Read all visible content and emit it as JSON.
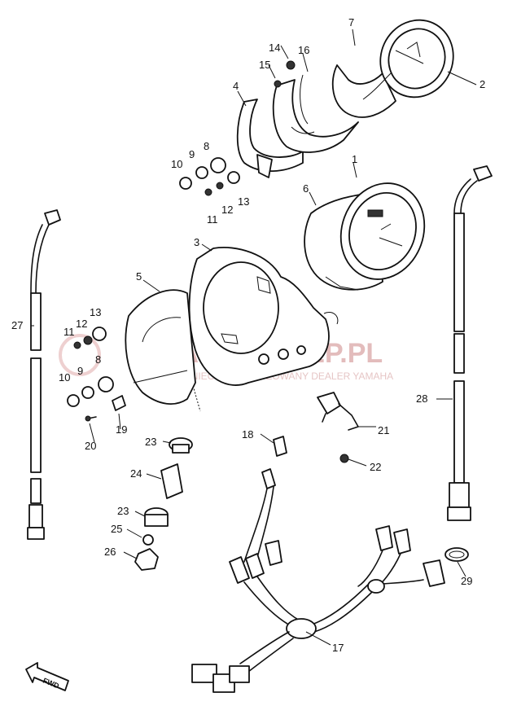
{
  "watermark": {
    "brand": "YAMA-SKLEP.PL",
    "tagline": "WOJNIECKI AUTORYZOWANY DEALER YAMAHA"
  },
  "fwd_label": "FWD",
  "callouts": {
    "c1": "1",
    "c2": "2",
    "c3": "3",
    "c4": "4",
    "c5": "5",
    "c6": "6",
    "c7": "7",
    "c8a": "8",
    "c8b": "8",
    "c9a": "9",
    "c9b": "9",
    "c10a": "10",
    "c10b": "10",
    "c11a": "11",
    "c11b": "11",
    "c12a": "12",
    "c12b": "12",
    "c13a": "13",
    "c13b": "13",
    "c14": "14",
    "c15": "15",
    "c16": "16",
    "c17": "17",
    "c18": "18",
    "c19": "19",
    "c20": "20",
    "c21": "21",
    "c22": "22",
    "c23a": "23",
    "c23b": "23",
    "c24": "24",
    "c25": "25",
    "c26": "26",
    "c27": "27",
    "c28": "28",
    "c29": "29"
  }
}
